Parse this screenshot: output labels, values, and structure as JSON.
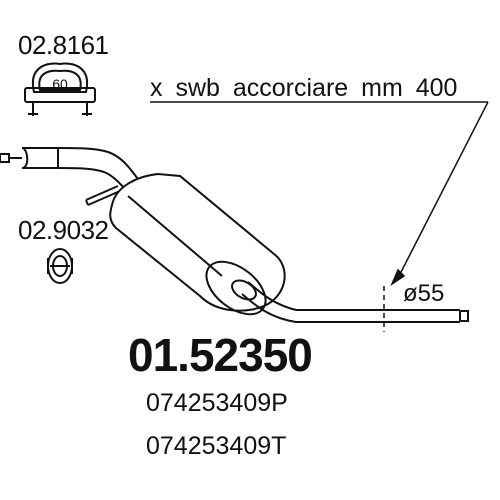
{
  "clamps": {
    "top_code": "02.8161",
    "top_size": "60",
    "mid_code": "02.9032"
  },
  "note": "x swb accorciare mm 400",
  "diameter": "ø55",
  "part_number": "01.52350",
  "oem_numbers": [
    "074253409P",
    "074253409T"
  ]
}
